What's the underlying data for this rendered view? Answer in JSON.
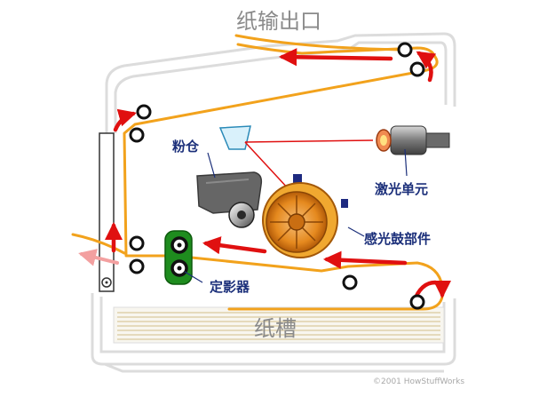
{
  "labels": {
    "paper_exit": "纸输出口",
    "toner": "粉仓",
    "laser_unit": "激光单元",
    "drum": "感光鼓部件",
    "fuser": "定影器",
    "paper_tray": "纸槽"
  },
  "copyright": "©2001 HowStuffWorks",
  "colors": {
    "paper_path": "#f2a21c",
    "arrow": "#e01010",
    "label_text": "#1b2f7a",
    "casing": "#dddddd",
    "fuser": "#1e8c1e",
    "drum": "#e8960e"
  }
}
